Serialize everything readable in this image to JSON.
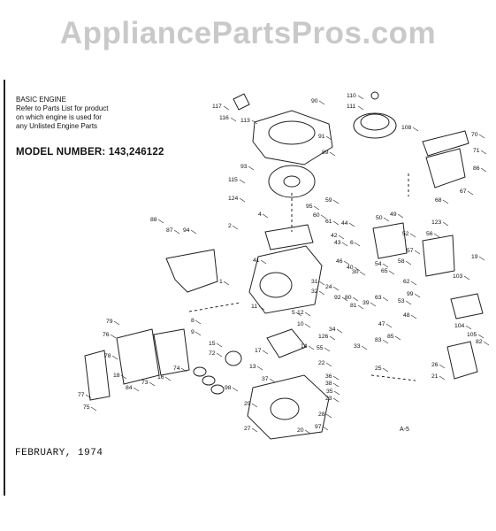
{
  "watermark": "AppliancePartsPros.com",
  "header": {
    "title": "BASIC ENGINE",
    "line1": "Refer to Parts List for product",
    "line2": "on which engine is used for",
    "line3": "any Unlisted Engine Parts"
  },
  "model": {
    "label": "MODEL NUMBER:",
    "value": "143,246122"
  },
  "footer": {
    "date": "FEBRUARY, 1974"
  },
  "page_code": "A-5",
  "callouts": [
    "117",
    "116",
    "113",
    "90",
    "91",
    "89",
    "110",
    "111",
    "108",
    "70",
    "71",
    "86",
    "67",
    "68",
    "93",
    "115",
    "124",
    "4",
    "95",
    "60",
    "59",
    "61",
    "44",
    "42",
    "43",
    "6",
    "50",
    "49",
    "52",
    "57",
    "58",
    "54",
    "65",
    "123",
    "56",
    "19",
    "88",
    "87",
    "94",
    "2",
    "41",
    "40",
    "46",
    "30",
    "31",
    "24",
    "32",
    "92",
    "80",
    "81",
    "39",
    "63",
    "62",
    "99",
    "1",
    "5",
    "8",
    "9",
    "11",
    "12",
    "10",
    "55",
    "48",
    "47",
    "53",
    "85",
    "83",
    "33",
    "34",
    "126",
    "103",
    "104",
    "105",
    "82",
    "79",
    "76",
    "84",
    "78",
    "73",
    "16",
    "15",
    "72",
    "74",
    "77",
    "75",
    "18",
    "17",
    "13",
    "14",
    "37",
    "38",
    "35",
    "36",
    "23",
    "22",
    "26",
    "21",
    "25",
    "28",
    "29",
    "27",
    "20",
    "97",
    "98"
  ]
}
